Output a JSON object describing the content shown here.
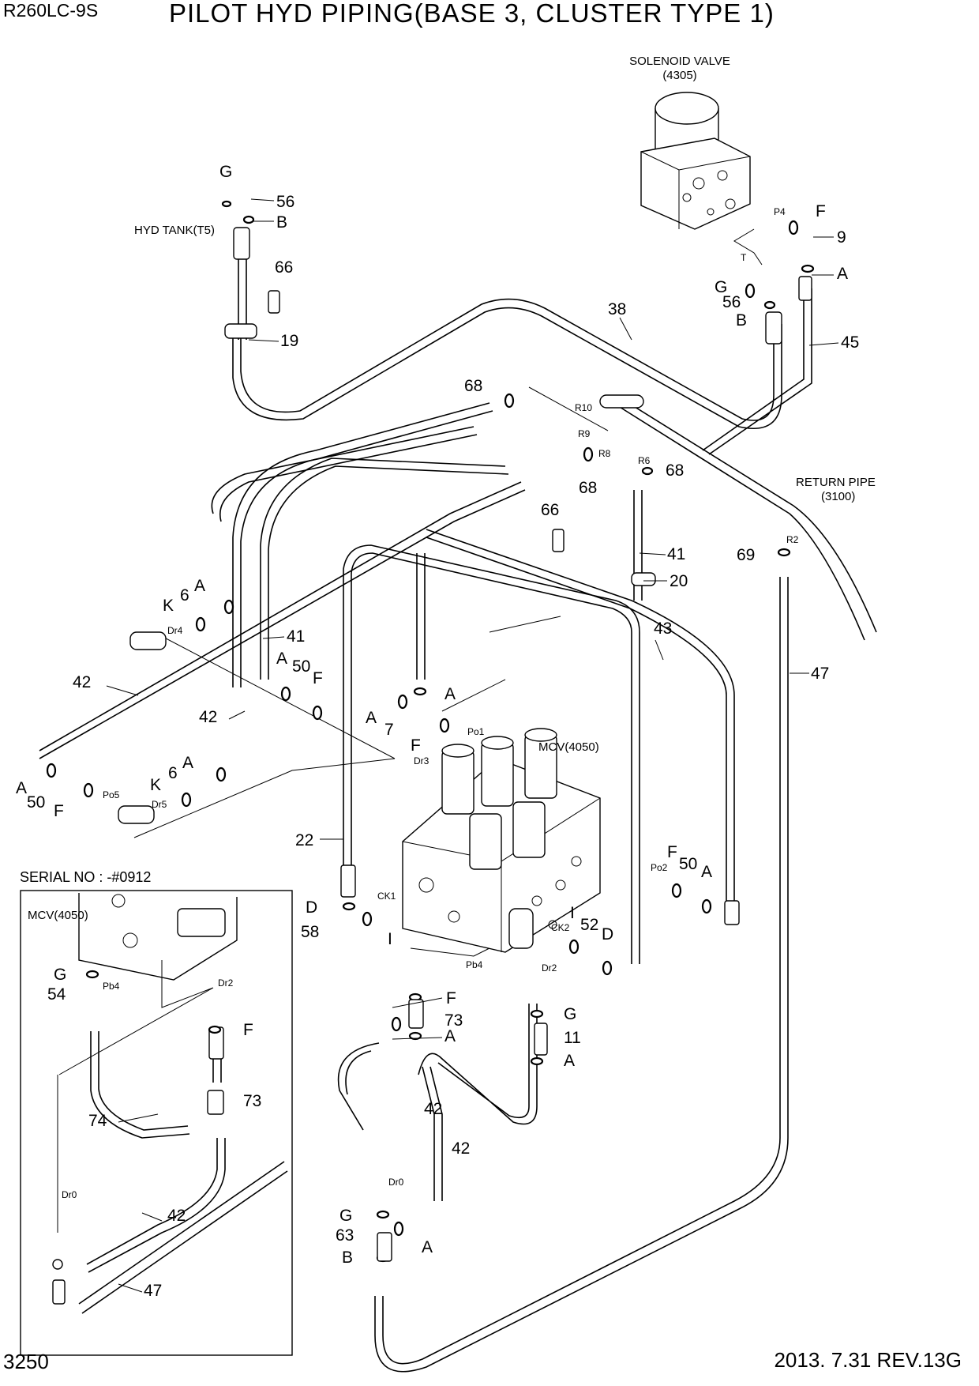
{
  "header": {
    "model": "R260LC-9S",
    "title": "PILOT HYD PIPING(BASE 3, CLUSTER TYPE 1)"
  },
  "footer": {
    "page_number": "3250",
    "revision": "2013. 7.31  REV.13G"
  },
  "components": {
    "solenoid_valve": {
      "name": "SOLENOID VALVE",
      "code": "(4305)"
    },
    "hyd_tank": "HYD TANK(T5)",
    "return_pipe": {
      "name": "RETURN PIPE",
      "code": "(3100)"
    },
    "mcv": "MCV(4050)",
    "mcv_inset": "MCV(4050)"
  },
  "inset": {
    "serial": "SERIAL NO : -#0912"
  },
  "ports": [
    "P4",
    "T",
    "R10",
    "R9",
    "R8",
    "R6",
    "R2",
    "Dr4",
    "Dr3",
    "Dr5",
    "Po1",
    "Po5",
    "Po2",
    "CK1",
    "CK2",
    "Pb4",
    "Dr2",
    "Dr0"
  ],
  "callouts": [
    "G",
    "56",
    "B",
    "66",
    "19",
    "F",
    "9",
    "A",
    "G",
    "56",
    "B",
    "38",
    "45",
    "68",
    "68",
    "68",
    "66",
    "41",
    "20",
    "69",
    "47",
    "43",
    "6",
    "A",
    "K",
    "41",
    "42",
    "42",
    "A",
    "50",
    "F",
    "A",
    "A",
    "7",
    "F",
    "A",
    "6",
    "K",
    "A",
    "50",
    "F",
    "22",
    "D",
    "58",
    "I",
    "F",
    "50",
    "A",
    "I",
    "52",
    "D",
    "F",
    "73",
    "A",
    "G",
    "11",
    "A",
    "42",
    "42",
    "G",
    "63",
    "B",
    "A",
    "G",
    "54",
    "F",
    "73",
    "74",
    "42",
    "47"
  ]
}
